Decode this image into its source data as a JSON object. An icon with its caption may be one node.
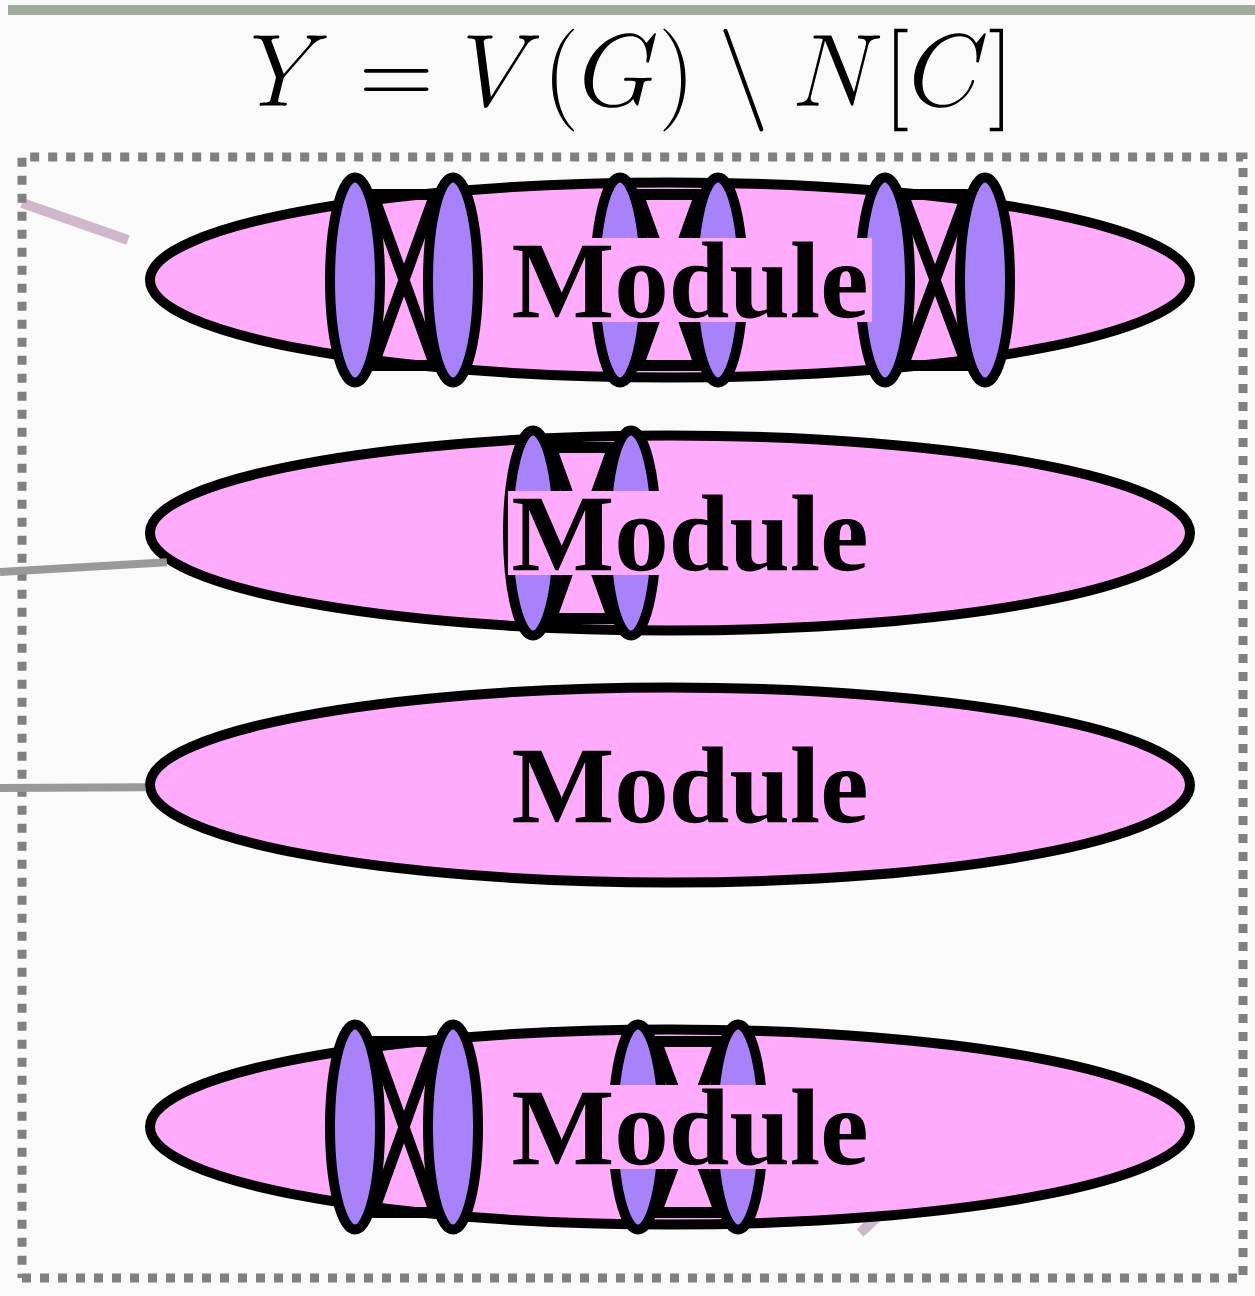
{
  "diagram": {
    "title": "Y = V(G)\\setminus N[C]",
    "nodes": [
      {
        "text": [],
        "shape": "box"
      },
      {
        "text": [
          "Module"
        ],
        "in": 0
      },
      {
        "text": [
          "Module"
        ],
        "in": 0
      },
      {
        "text": [
          "Module"
        ],
        "in": 0
      },
      {
        "text": [
          "Module"
        ],
        "in": 0
      },
      {
        "text": [],
        "shape": "circle",
        "in": 1
      },
      {
        "text": [],
        "shape": "circle",
        "in": 1
      },
      {
        "text": [],
        "shape": "circle",
        "in": 1
      },
      {
        "text": [],
        "shape": "circle",
        "in": 1
      },
      {
        "text": [],
        "shape": "circle",
        "in": 1
      },
      {
        "text": [],
        "shape": "circle",
        "in": 1
      },
      {
        "text": [],
        "shape": "circle",
        "in": 2
      },
      {
        "text": [],
        "shape": "circle",
        "in": 2
      },
      {
        "text": [],
        "shape": "circle",
        "in": 4
      },
      {
        "text": [],
        "shape": "circle",
        "in": 4
      },
      {
        "text": [],
        "shape": "circle",
        "in": 4
      },
      {
        "text": [],
        "shape": "circle",
        "in": 4
      }
    ],
    "edges": [
      {
        "from": 5,
        "to": 6,
        "arrow": "none"
      },
      {
        "from": 7,
        "to": 8,
        "arrow": "none"
      },
      {
        "from": 9,
        "to": 10,
        "arrow": "none"
      },
      {
        "from": 11,
        "to": 12,
        "arrow": "none"
      },
      {
        "from": 13,
        "to": 14,
        "arrow": "none"
      },
      {
        "from": 15,
        "to": 16,
        "arrow": "none"
      },
      {
        "from": null,
        "to": 2,
        "arrow": "none",
        "color": "#999999"
      },
      {
        "from": null,
        "to": 3,
        "arrow": "none",
        "color": "#999999"
      }
    ]
  }
}
